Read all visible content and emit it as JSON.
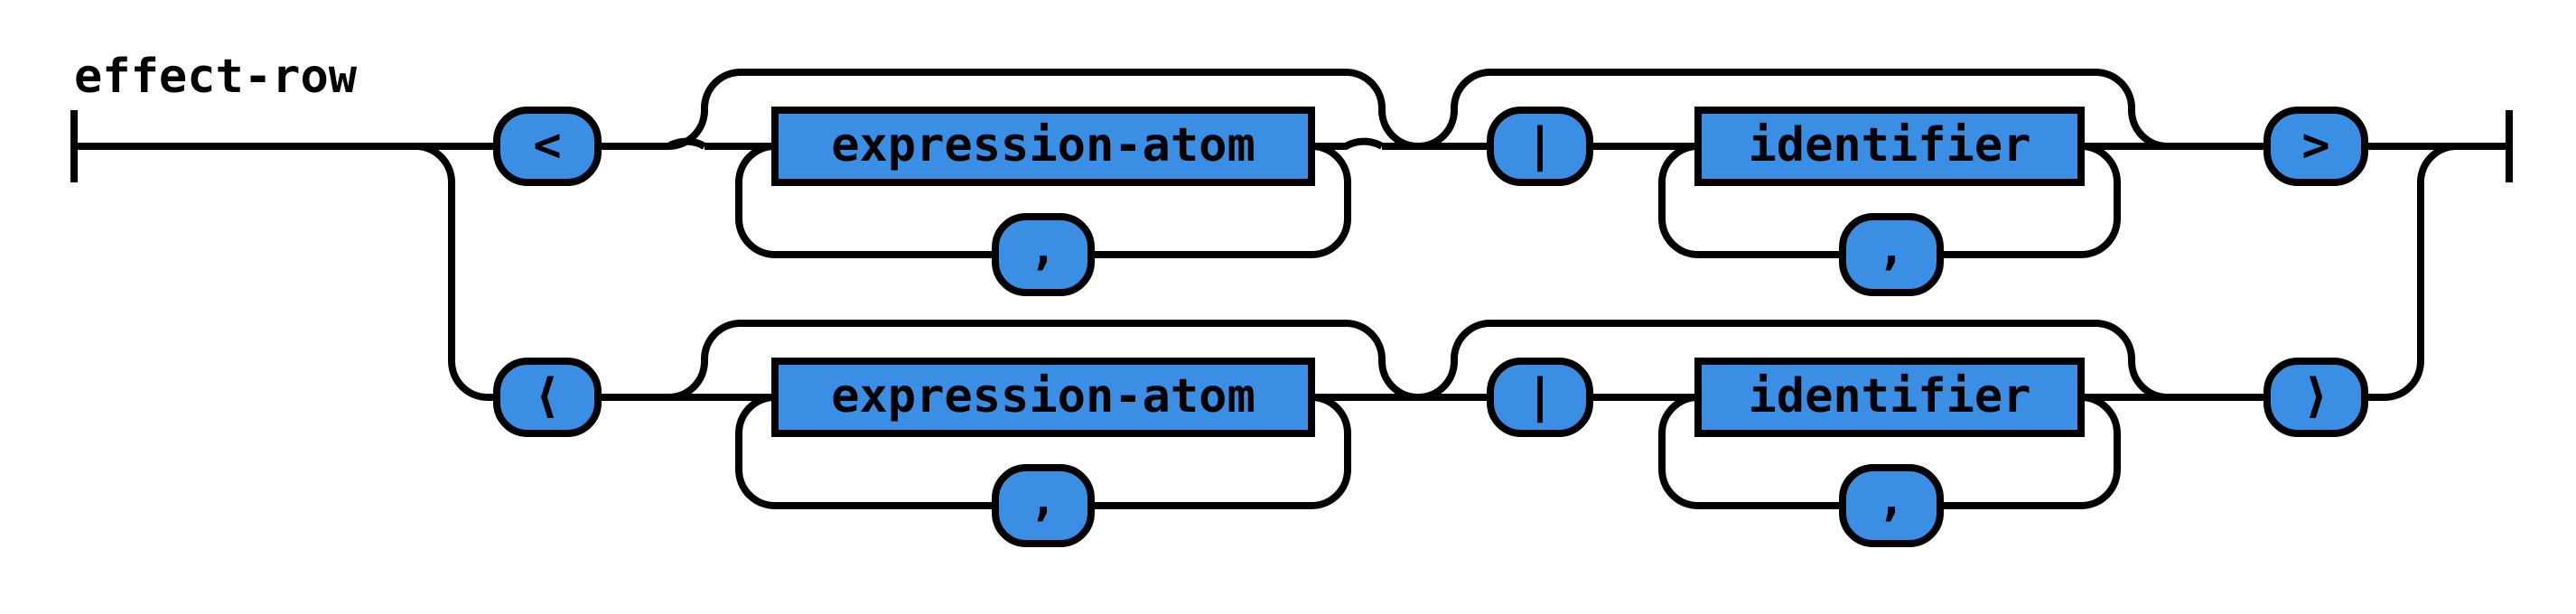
{
  "rule_name": "effect-row",
  "rows": [
    {
      "open": "<",
      "atom": "expression-atom",
      "atom_sep": ",",
      "bar": "|",
      "ident": "identifier",
      "ident_sep": ",",
      "close": ">"
    },
    {
      "open": "⟨",
      "atom": "expression-atom",
      "atom_sep": ",",
      "bar": "|",
      "ident": "identifier",
      "ident_sep": ",",
      "close": "⟩"
    }
  ],
  "colors": {
    "node_fill": "#3a8ee4",
    "stroke": "#000000",
    "background": "#ffffff"
  }
}
